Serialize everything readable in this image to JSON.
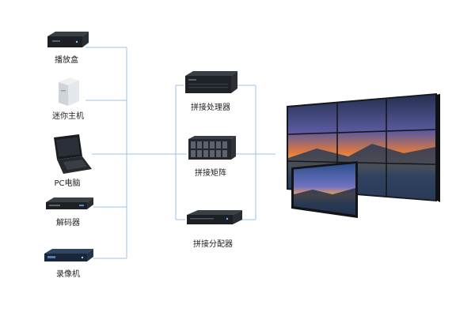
{
  "colors": {
    "connector": "#9cc3e4",
    "device_dark": "#1e2227",
    "device_light": "#dfe3e8",
    "screen_bezel": "#15181c"
  },
  "sources": [
    {
      "label": "播放盒",
      "icon": "media-player-box-icon"
    },
    {
      "label": "迷你主机",
      "icon": "mini-pc-icon"
    },
    {
      "label": "PC电脑",
      "icon": "laptop-icon"
    },
    {
      "label": "解码器",
      "icon": "decoder-icon"
    },
    {
      "label": "录像机",
      "icon": "video-recorder-icon"
    }
  ],
  "processors": [
    {
      "label": "拼接处理器",
      "icon": "splicing-processor-icon"
    },
    {
      "label": "拼接矩阵",
      "icon": "splicing-matrix-icon"
    },
    {
      "label": "拼接分配器",
      "icon": "splicing-distributor-icon"
    }
  ],
  "display": {
    "icon": "video-wall-icon",
    "grid": "3x3"
  }
}
